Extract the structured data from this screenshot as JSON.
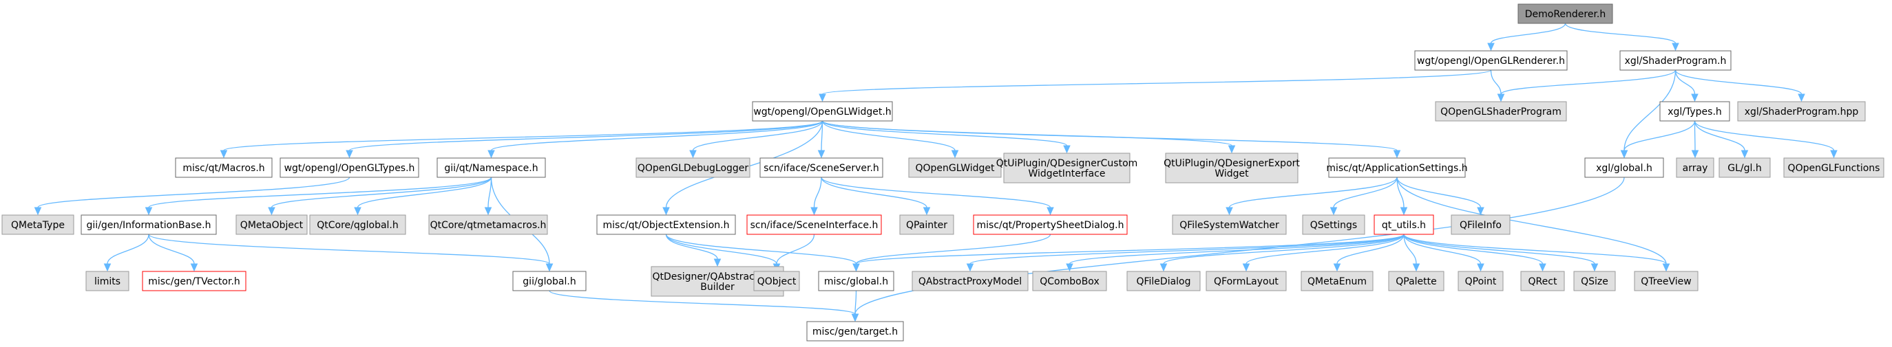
{
  "colors": {
    "edge": "#63b8ff",
    "root_fill": "#999999",
    "root_border": "#666666",
    "header_fill": "#ffffff",
    "header_border": "#666666",
    "missing_fill": "#e0e0e0",
    "missing_border": "#999999",
    "external_fill": "#ffffff",
    "external_border": "#ff0000"
  },
  "nodes": [
    {
      "id": "demorenderer",
      "kind": "root",
      "lines": [
        "DemoRenderer.h"
      ]
    },
    {
      "id": "openglrenderer",
      "kind": "header",
      "lines": [
        "wgt/opengl/OpenGLRenderer.h"
      ]
    },
    {
      "id": "shaderprogram",
      "kind": "header",
      "lines": [
        "xgl/ShaderProgram.h"
      ]
    },
    {
      "id": "openglwidget",
      "kind": "header",
      "lines": [
        "wgt/opengl/OpenGLWidget.h"
      ]
    },
    {
      "id": "qopenglshaderprogram",
      "kind": "missing",
      "lines": [
        "QOpenGLShaderProgram"
      ]
    },
    {
      "id": "xgltypes",
      "kind": "header",
      "lines": [
        "xgl/Types.h"
      ]
    },
    {
      "id": "shaderprogramhpp",
      "kind": "missing",
      "lines": [
        "xgl/ShaderProgram.hpp"
      ]
    },
    {
      "id": "miscmacros",
      "kind": "header",
      "lines": [
        "misc/qt/Macros.h"
      ]
    },
    {
      "id": "opengltypes",
      "kind": "header",
      "lines": [
        "wgt/opengl/OpenGLTypes.h"
      ]
    },
    {
      "id": "namespace",
      "kind": "header",
      "lines": [
        "gii/qt/Namespace.h"
      ]
    },
    {
      "id": "objectextension",
      "kind": "header",
      "lines": [
        "misc/qt/ObjectExtension.h"
      ]
    },
    {
      "id": "qopengldebuglogger",
      "kind": "missing",
      "lines": [
        "QOpenGLDebugLogger"
      ]
    },
    {
      "id": "sceneserver",
      "kind": "header",
      "lines": [
        "scn/iface/SceneServer.h"
      ]
    },
    {
      "id": "qopenglwidget",
      "kind": "missing",
      "lines": [
        "QOpenGLWidget"
      ]
    },
    {
      "id": "qdesignercustom",
      "kind": "missing",
      "lines": [
        "QtUiPlugin/QDesignerCustom",
        "WidgetInterface"
      ]
    },
    {
      "id": "qdesignerexport",
      "kind": "missing",
      "lines": [
        "QtUiPlugin/QDesignerExport",
        "Widget"
      ]
    },
    {
      "id": "appsettings",
      "kind": "header",
      "lines": [
        "misc/qt/ApplicationSettings.h"
      ]
    },
    {
      "id": "xglglobal",
      "kind": "header",
      "lines": [
        "xgl/global.h"
      ]
    },
    {
      "id": "array",
      "kind": "missing",
      "lines": [
        "array"
      ]
    },
    {
      "id": "glgl",
      "kind": "missing",
      "lines": [
        "GL/gl.h"
      ]
    },
    {
      "id": "qopenglfunctions",
      "kind": "missing",
      "lines": [
        "QOpenGLFunctions"
      ]
    },
    {
      "id": "qmetatype",
      "kind": "missing",
      "lines": [
        "QMetaType"
      ]
    },
    {
      "id": "infobase",
      "kind": "header",
      "lines": [
        "gii/gen/InformationBase.h"
      ]
    },
    {
      "id": "qmetaobject",
      "kind": "missing",
      "lines": [
        "QMetaObject"
      ]
    },
    {
      "id": "qtcoreqglobal",
      "kind": "missing",
      "lines": [
        "QtCore/qglobal.h"
      ]
    },
    {
      "id": "qtmetamacros",
      "kind": "missing",
      "lines": [
        "QtCore/qtmetamacros.h"
      ]
    },
    {
      "id": "sceneinterface",
      "kind": "external",
      "lines": [
        "scn/iface/SceneInterface.h"
      ]
    },
    {
      "id": "qpainter",
      "kind": "missing",
      "lines": [
        "QPainter"
      ]
    },
    {
      "id": "propertysheet",
      "kind": "external",
      "lines": [
        "misc/qt/PropertySheetDialog.h"
      ]
    },
    {
      "id": "qfilesystemwatcher",
      "kind": "missing",
      "lines": [
        "QFileSystemWatcher"
      ]
    },
    {
      "id": "qsettings",
      "kind": "missing",
      "lines": [
        "QSettings"
      ]
    },
    {
      "id": "qtutils",
      "kind": "external",
      "lines": [
        "qt_utils.h"
      ]
    },
    {
      "id": "qfileinfo",
      "kind": "missing",
      "lines": [
        "QFileInfo"
      ]
    },
    {
      "id": "limits",
      "kind": "missing",
      "lines": [
        "limits"
      ]
    },
    {
      "id": "tvector",
      "kind": "external",
      "lines": [
        "misc/gen/TVector.h"
      ]
    },
    {
      "id": "giiglobal",
      "kind": "header",
      "lines": [
        "gii/global.h"
      ]
    },
    {
      "id": "qabstractformbuilder",
      "kind": "missing",
      "lines": [
        "QtDesigner/QAbstractForm",
        "Builder"
      ]
    },
    {
      "id": "qobject",
      "kind": "missing",
      "lines": [
        "QObject"
      ]
    },
    {
      "id": "miscglobal",
      "kind": "header",
      "lines": [
        "misc/global.h"
      ]
    },
    {
      "id": "qabstractproxymodel",
      "kind": "missing",
      "lines": [
        "QAbstractProxyModel"
      ]
    },
    {
      "id": "qcombobox",
      "kind": "missing",
      "lines": [
        "QComboBox"
      ]
    },
    {
      "id": "qfiledialog",
      "kind": "missing",
      "lines": [
        "QFileDialog"
      ]
    },
    {
      "id": "qformlayout",
      "kind": "missing",
      "lines": [
        "QFormLayout"
      ]
    },
    {
      "id": "qmetaenum",
      "kind": "missing",
      "lines": [
        "QMetaEnum"
      ]
    },
    {
      "id": "qpalette",
      "kind": "missing",
      "lines": [
        "QPalette"
      ]
    },
    {
      "id": "qpoint",
      "kind": "missing",
      "lines": [
        "QPoint"
      ]
    },
    {
      "id": "qrect",
      "kind": "missing",
      "lines": [
        "QRect"
      ]
    },
    {
      "id": "qsize",
      "kind": "missing",
      "lines": [
        "QSize"
      ]
    },
    {
      "id": "qtreeview",
      "kind": "missing",
      "lines": [
        "QTreeView"
      ]
    },
    {
      "id": "target",
      "kind": "header",
      "lines": [
        "misc/gen/target.h"
      ]
    }
  ],
  "edges": [
    [
      "demorenderer",
      "openglrenderer"
    ],
    [
      "demorenderer",
      "shaderprogram"
    ],
    [
      "openglrenderer",
      "openglwidget"
    ],
    [
      "openglrenderer",
      "qopenglshaderprogram"
    ],
    [
      "shaderprogram",
      "qopenglshaderprogram"
    ],
    [
      "shaderprogram",
      "xgltypes"
    ],
    [
      "shaderprogram",
      "shaderprogramhpp"
    ],
    [
      "shaderprogram",
      "xglglobal"
    ],
    [
      "xgltypes",
      "xglglobal"
    ],
    [
      "xgltypes",
      "array"
    ],
    [
      "xgltypes",
      "glgl"
    ],
    [
      "xgltypes",
      "qopenglfunctions"
    ],
    [
      "xglglobal",
      "target"
    ],
    [
      "openglwidget",
      "miscmacros"
    ],
    [
      "openglwidget",
      "opengltypes"
    ],
    [
      "openglwidget",
      "namespace"
    ],
    [
      "openglwidget",
      "objectextension"
    ],
    [
      "openglwidget",
      "qopengldebuglogger"
    ],
    [
      "openglwidget",
      "sceneserver"
    ],
    [
      "openglwidget",
      "qopenglwidget"
    ],
    [
      "openglwidget",
      "qdesignercustom"
    ],
    [
      "openglwidget",
      "qdesignerexport"
    ],
    [
      "openglwidget",
      "appsettings"
    ],
    [
      "opengltypes",
      "qmetatype"
    ],
    [
      "namespace",
      "infobase"
    ],
    [
      "namespace",
      "qmetaobject"
    ],
    [
      "namespace",
      "qtcoreqglobal"
    ],
    [
      "namespace",
      "qtmetamacros"
    ],
    [
      "namespace",
      "giiglobal"
    ],
    [
      "infobase",
      "limits"
    ],
    [
      "infobase",
      "tvector"
    ],
    [
      "infobase",
      "giiglobal"
    ],
    [
      "giiglobal",
      "target"
    ],
    [
      "objectextension",
      "qabstractformbuilder"
    ],
    [
      "objectextension",
      "qobject"
    ],
    [
      "objectextension",
      "miscglobal"
    ],
    [
      "sceneserver",
      "sceneinterface"
    ],
    [
      "sceneserver",
      "qpainter"
    ],
    [
      "sceneserver",
      "propertysheet"
    ],
    [
      "sceneinterface",
      "qobject"
    ],
    [
      "propertysheet",
      "miscglobal"
    ],
    [
      "appsettings",
      "qfilesystemwatcher"
    ],
    [
      "appsettings",
      "qsettings"
    ],
    [
      "appsettings",
      "qtutils"
    ],
    [
      "appsettings",
      "qfileinfo"
    ],
    [
      "appsettings",
      "qtreeview"
    ],
    [
      "qtutils",
      "miscglobal"
    ],
    [
      "qtutils",
      "qabstractproxymodel"
    ],
    [
      "qtutils",
      "qcombobox"
    ],
    [
      "qtutils",
      "qfiledialog"
    ],
    [
      "qtutils",
      "qformlayout"
    ],
    [
      "qtutils",
      "qmetaenum"
    ],
    [
      "qtutils",
      "qpalette"
    ],
    [
      "qtutils",
      "qpoint"
    ],
    [
      "qtutils",
      "qrect"
    ],
    [
      "qtutils",
      "qsize"
    ],
    [
      "qtutils",
      "qtreeview"
    ],
    [
      "miscglobal",
      "target"
    ]
  ]
}
